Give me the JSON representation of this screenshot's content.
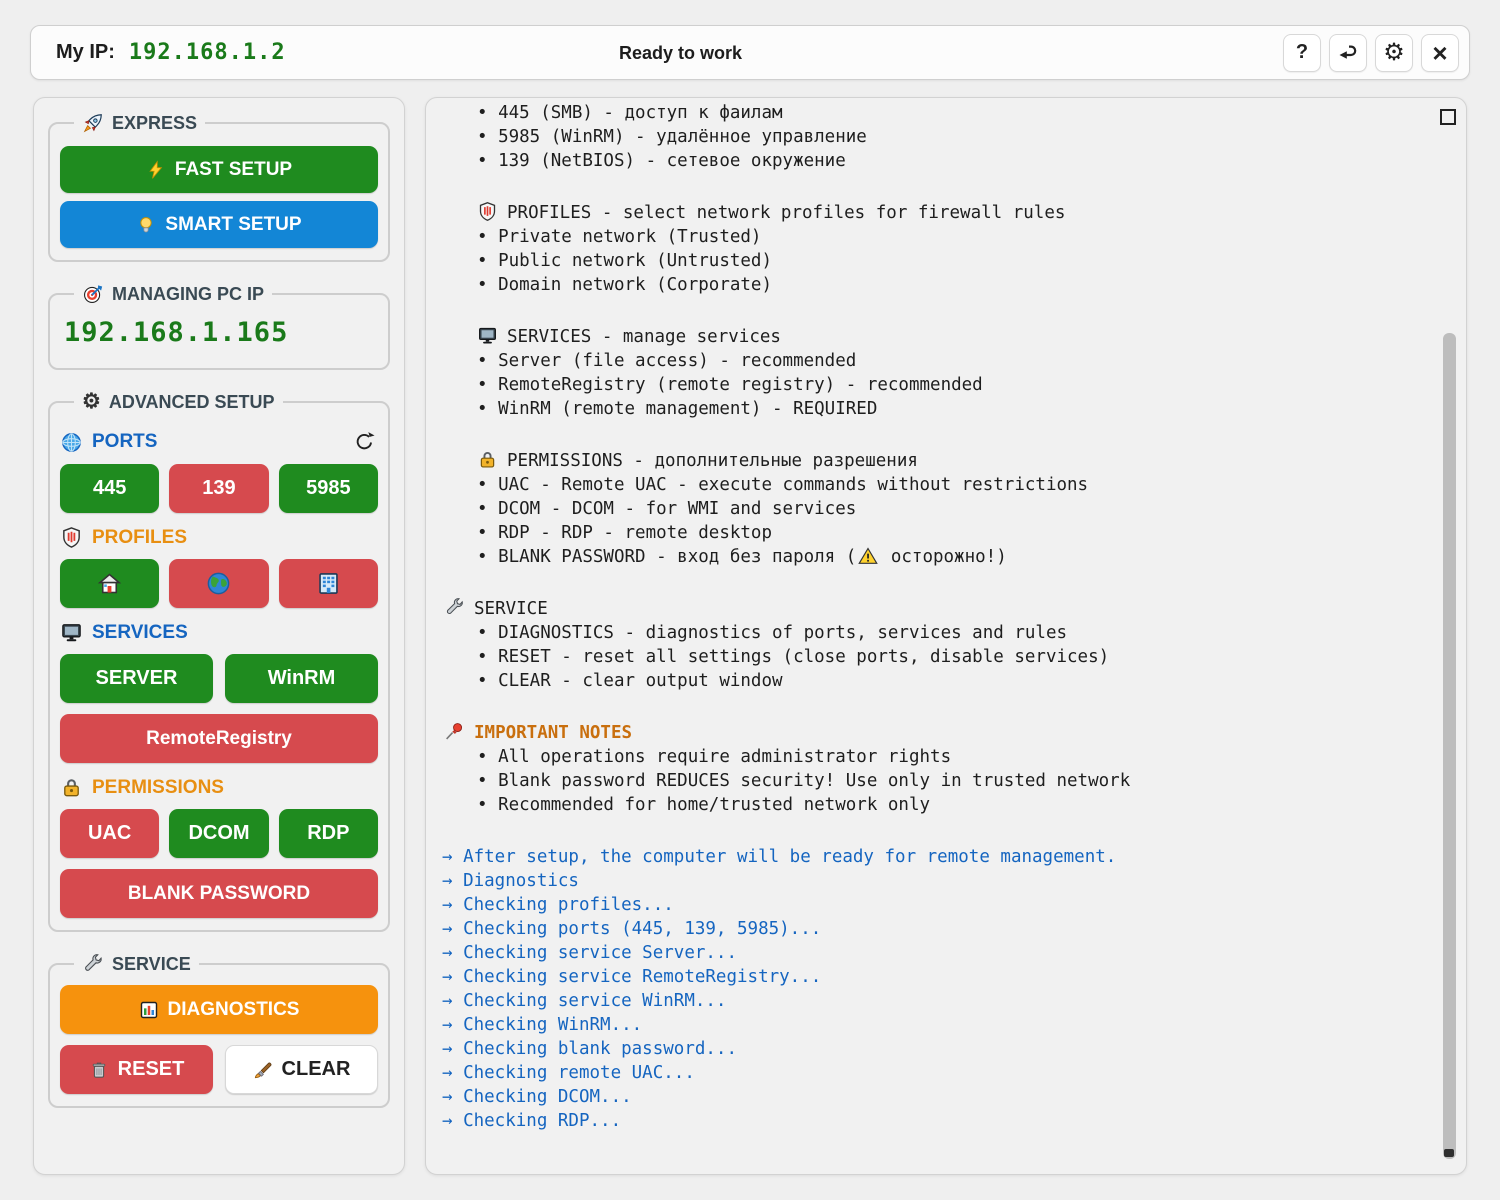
{
  "topbar": {
    "my_ip_label": "My IP:",
    "my_ip_value": "192.168.1.2",
    "status": "Ready to work",
    "buttons": [
      {
        "name": "help",
        "glyph": "?"
      },
      {
        "name": "back",
        "glyph": "↩"
      },
      {
        "name": "settings",
        "glyph": "⚙"
      },
      {
        "name": "close",
        "glyph": "×"
      }
    ]
  },
  "sidebar": {
    "express": {
      "title": "EXPRESS",
      "fast": "FAST SETUP",
      "smart": "SMART SETUP"
    },
    "managing": {
      "title": "MANAGING PC IP",
      "ip": "192.168.1.165"
    },
    "advanced": {
      "title": "ADVANCED SETUP",
      "ports": {
        "label": "PORTS",
        "buttons": [
          "445",
          "139",
          "5985"
        ],
        "states": [
          true,
          false,
          true
        ]
      },
      "profiles": {
        "label": "PROFILES",
        "items": [
          {
            "icon": "house-icon",
            "enabled": true
          },
          {
            "icon": "earth-icon",
            "enabled": false
          },
          {
            "icon": "building-icon",
            "enabled": false
          }
        ]
      },
      "services": {
        "label": "SERVICES",
        "server": "SERVER",
        "winrm": "WinRM",
        "remote_registry": "RemoteRegistry",
        "states": {
          "server": true,
          "winrm": true,
          "remote_registry": false
        }
      },
      "permissions": {
        "label": "PERMISSIONS",
        "uac": "UAC",
        "dcom": "DCOM",
        "rdp": "RDP",
        "blank": "BLANK PASSWORD",
        "states": {
          "uac": false,
          "dcom": true,
          "rdp": true,
          "blank": false
        }
      }
    },
    "service": {
      "title": "SERVICE",
      "diagnostics": "DIAGNOSTICS",
      "reset": "RESET",
      "clear": "CLEAR"
    }
  },
  "console": {
    "lines": [
      {
        "text": "• 445 (SMB) - доступ к фаилам"
      },
      {
        "text": "• 5985 (WinRM) - удалённое управление"
      },
      {
        "text": "• 139 (NetBIOS) - сетевое окружение"
      },
      {
        "text": "PROFILES - select network profiles for firewall rules"
      },
      {
        "text": "• Private network (Trusted)"
      },
      {
        "text": "• Public network (Untrusted)"
      },
      {
        "text": "• Domain network (Corporate)"
      },
      {
        "text": "SERVICES - manage services"
      },
      {
        "text": "• Server (file access) - recommended"
      },
      {
        "text": "• RemoteRegistry (remote registry) - recommended"
      },
      {
        "text": "• WinRM (remote management) - REQUIRED"
      },
      {
        "text": "PERMISSIONS - дополнительные разрешения"
      },
      {
        "text": "• UAC - Remote UAC - execute commands without restrictions"
      },
      {
        "text": "• DCOM - DCOM - for WMI and services"
      },
      {
        "text": "• RDP - RDP - remote desktop"
      },
      {
        "pre": "• BLANK PASSWORD - вход без пароля (",
        "post": " осторожно!)"
      },
      {
        "text": "SERVICE"
      },
      {
        "text": "• DIAGNOSTICS - diagnostics of ports, services and rules"
      },
      {
        "text": "• RESET - reset all settings (close ports, disable services)"
      },
      {
        "text": "• CLEAR - clear output window"
      },
      {
        "text": "IMPORTANT NOTES"
      },
      {
        "text": "• All operations require administrator rights"
      },
      {
        "text": "• Blank password REDUCES security! Use only in trusted network"
      },
      {
        "text": "• Recommended for home/trusted network only"
      },
      {
        "text": "→ After setup, the computer will be ready for remote management."
      },
      {
        "text": "→ Diagnostics"
      },
      {
        "text": "→ Checking profiles..."
      },
      {
        "text": "→ Checking ports (445, 139, 5985)..."
      },
      {
        "text": "→ Checking service Server..."
      },
      {
        "text": "→ Checking service RemoteRegistry..."
      },
      {
        "text": "→ Checking service WinRM..."
      },
      {
        "text": "→ Checking WinRM..."
      },
      {
        "text": "→ Checking blank password..."
      },
      {
        "text": "→ Checking remote UAC..."
      },
      {
        "text": "→ Checking DCOM..."
      },
      {
        "text": "→ Checking RDP..."
      }
    ]
  },
  "colors": {
    "enabled_green": "#1f8b1f",
    "disabled_red": "#d64a4e",
    "smart_blue": "#1386d6",
    "diagnostics_orange": "#f6920d",
    "console_blue": "#1565c0",
    "console_orange": "#c96f0e",
    "ip_green": "#1a7a1a",
    "label_blue": "#1565c0",
    "label_orange": "#e88f12"
  }
}
